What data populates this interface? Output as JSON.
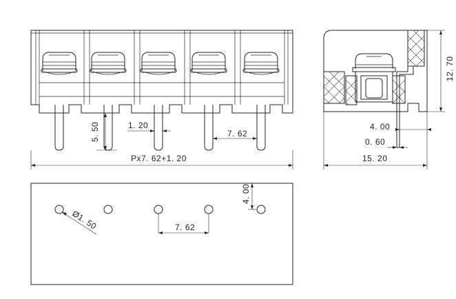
{
  "dimensions": {
    "pin_length": "5. 50",
    "pin_width": "1. 20",
    "pitch_top": "7. 62",
    "total_length": "Px7. 62+1. 20",
    "height": "12. 70",
    "side_4": "4. 00",
    "side_thickness": "0. 60",
    "side_width": "15. 20",
    "bottom_offset": "4. 00",
    "hole_diameter": "Ø1. 50",
    "bottom_pitch": "7. 62"
  }
}
